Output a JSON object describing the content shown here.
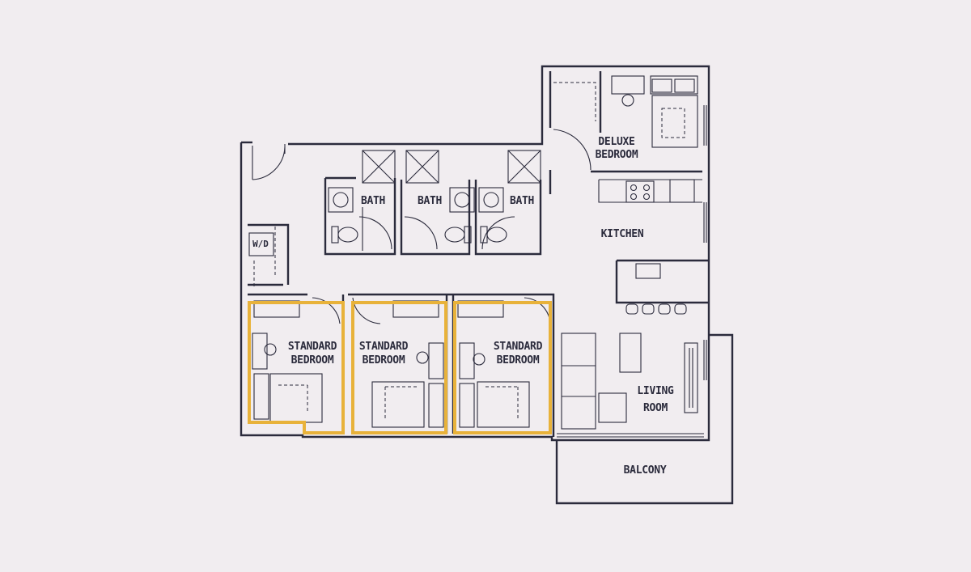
{
  "colors": {
    "background": "#f1edf0",
    "wall": "#2b2b3c",
    "highlight": "#e8b23a"
  },
  "rooms": {
    "deluxe_bedroom": [
      "DELUXE",
      "BEDROOM"
    ],
    "bath_1": "BATH",
    "bath_2": "BATH",
    "bath_3": "BATH",
    "kitchen": "KITCHEN",
    "washer_dryer": "W/D",
    "standard_bedroom_1": [
      "STANDARD",
      "BEDROOM"
    ],
    "standard_bedroom_2": [
      "STANDARD",
      "BEDROOM"
    ],
    "standard_bedroom_3": [
      "STANDARD",
      "BEDROOM"
    ],
    "living_room": [
      "LIVING",
      "ROOM"
    ],
    "balcony": "BALCONY"
  },
  "highlighted_rooms": [
    "standard_bedroom_1",
    "standard_bedroom_2",
    "standard_bedroom_3"
  ]
}
